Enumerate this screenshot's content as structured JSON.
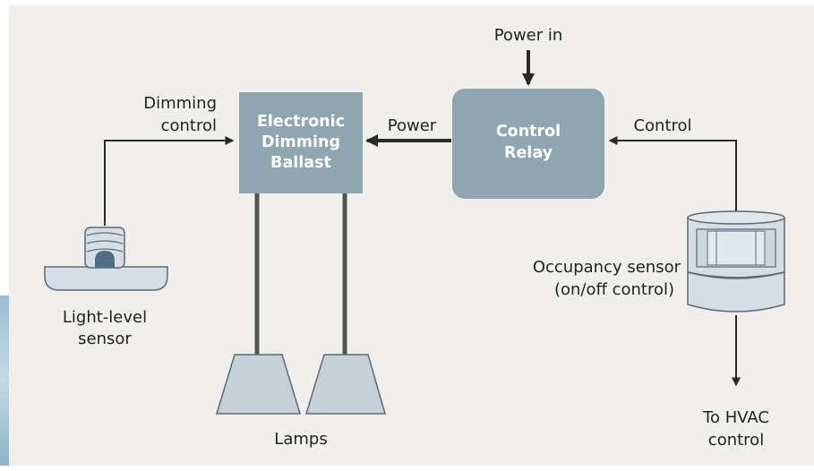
{
  "colors": {
    "page_background": "#f0efeb",
    "box_fill": "#8fa6b1",
    "device_fill": "#d6dde4",
    "device_stroke": "#5d6a73",
    "line": "#2a2a2a",
    "decor_blue": "#a9c7dc"
  },
  "diagram": {
    "power_in_label": "Power in",
    "dimming_control_line1": "Dimming",
    "dimming_control_line2": "control",
    "power_label": "Power",
    "control_label": "Control",
    "ballast": {
      "line1": "Electronic",
      "line2": "Dimming",
      "line3": "Ballast"
    },
    "relay": {
      "line1": "Control",
      "line2": "Relay"
    },
    "light_sensor_line1": "Light-level",
    "light_sensor_line2": "sensor",
    "occupancy_line1": "Occupancy sensor",
    "occupancy_line2": "(on/off control)",
    "lamps_label": "Lamps",
    "hvac_line1": "To HVAC",
    "hvac_line2": "control"
  }
}
